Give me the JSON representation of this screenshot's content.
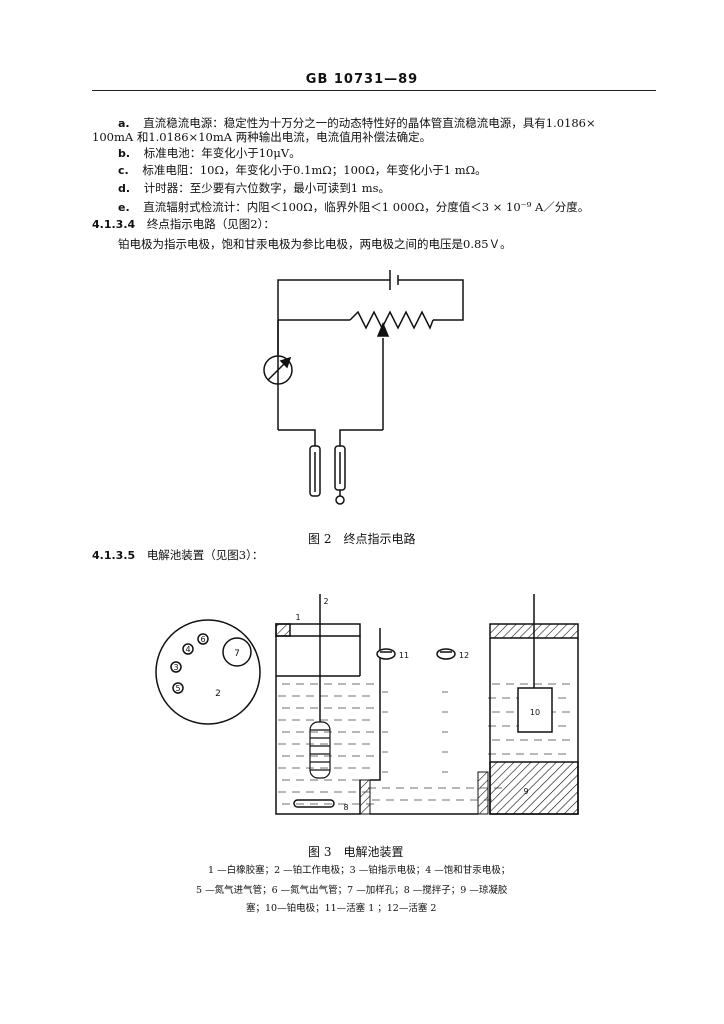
{
  "header": {
    "standard": "GB 10731—89"
  },
  "items": [
    {
      "label": "a.",
      "text": "直流稳流电源：稳定性为十万分之一的动态特性好的晶体管直流稳流电源，具有1.0186×"
    },
    {
      "label": "",
      "text": "100mA 和1.0186×10mA 两种输出电流，电流值用补偿法确定。"
    },
    {
      "label": "b.",
      "text": "标准电池：年变化小于10μV。"
    },
    {
      "label": "c.",
      "text": "标准电阻：10Ω，年变化小于0.1mΩ；100Ω，年变化小于1 mΩ。"
    },
    {
      "label": "d.",
      "text": "计时器：至少要有六位数字，最小可读到1 ms。"
    },
    {
      "label": "e.",
      "text": "直流辐射式检流计：内阻＜100Ω，临界外阻＜1 000Ω，分度值＜3 × 10⁻⁹ A／分度。"
    }
  ],
  "section_4134": {
    "number": "4.1.3.4",
    "title": "终点指示电路（见图2）：",
    "body": "铂电极为指示电极，饱和甘汞电极为参比电极，两电极之间的电压是0.85Ｖ。"
  },
  "figure2": {
    "caption": "图 2　终点指示电路"
  },
  "section_4135": {
    "number": "4.1.3.5",
    "title": "电解池装置（见图3）："
  },
  "figure3": {
    "caption": "图 3　电解池装置",
    "callouts": {
      "c1": "1",
      "c2": "2",
      "c3": "3",
      "c4": "4",
      "c5": "5",
      "c6": "6",
      "c7": "7",
      "c8": "8",
      "c9": "9",
      "c10": "10",
      "c11": "11",
      "c12": "12"
    },
    "legend": [
      "1 —白橡胶塞；2 —铂工作电极；3 —铂指示电极；4 —饱和甘汞电极；",
      "5 —氮气进气管；6 —氮气出气管；7 —加样孔；8 —搅拌子；9 —琼凝胶",
      "塞；10—铂电极；11—活塞 1 ；12—活塞 2"
    ]
  }
}
